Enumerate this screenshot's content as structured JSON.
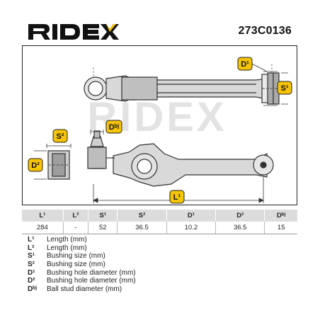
{
  "brand": {
    "name": "RIDEX",
    "accent": "#f6c400"
  },
  "product_code": "273C0136",
  "watermark": "RIDEX",
  "diagram": {
    "callouts": {
      "d1": "D¹",
      "s1": "S¹",
      "s2": "S²",
      "d2": "D²",
      "dbj": "Dᵇʲ",
      "l1": "L¹"
    }
  },
  "table": {
    "headers": [
      "L¹",
      "L²",
      "S¹",
      "S²",
      "D¹",
      "D²",
      "Dᵇʲ"
    ],
    "values": [
      "284",
      "-",
      "52",
      "36.5",
      "10.2",
      "36.5",
      "15"
    ]
  },
  "legend": [
    {
      "symbol": "L¹",
      "description": "Length (mm)"
    },
    {
      "symbol": "L²",
      "description": "Length (mm)"
    },
    {
      "symbol": "S¹",
      "description": "Bushing size (mm)"
    },
    {
      "symbol": "S²",
      "description": "Bushing size (mm)"
    },
    {
      "symbol": "D¹",
      "description": "Bushing hole diameter (mm)"
    },
    {
      "symbol": "D²",
      "description": "Bushing hole diameter (mm)"
    },
    {
      "symbol": "Dᵇʲ",
      "description": "Ball stud diameter (mm)"
    }
  ]
}
